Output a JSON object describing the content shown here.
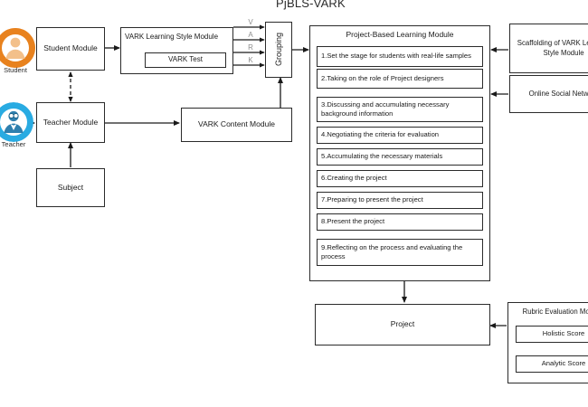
{
  "diagram": {
    "title": "PjBLS-VARK",
    "actors": [
      {
        "key": "student",
        "label": "Student",
        "color": "#E8821E",
        "icon": "student-avatar-icon"
      },
      {
        "key": "teacher",
        "label": "Teacher",
        "color": "#29ABE2",
        "icon": "teacher-avatar-icon"
      }
    ],
    "modules": {
      "student_module": "Student Module",
      "teacher_module": "Teacher Module",
      "subject": "Subject",
      "vark_learning_style_module": "VARK Learning Style Module",
      "vark_test": "VARK Test",
      "vark_content_module": "VARK Content Module",
      "grouping": "Grouping",
      "project": "Project"
    },
    "vark_letters": [
      "V",
      "A",
      "R",
      "K"
    ],
    "pbl": {
      "header": "Project-Based Learning Module",
      "steps": [
        "1.Set the stage for students with real-life samples",
        "2.Taking on the role of Project designers",
        "3.Discussing and accumulating necessary background information",
        "4.Negotiating the criteria for evaluation",
        "5.Accumulating the necessary materials",
        "6.Creating the project",
        "7.Preparing to present the project",
        "8.Present the project",
        "9.Reflecting on the process and evaluating the process"
      ]
    },
    "support": {
      "scaffolding": "Scaffolding of VARK Learning Style Module",
      "online_social_network": "Online Social Network"
    },
    "rubric": {
      "header": "Rubric Evaluation Module",
      "holistic": "Holistic Score",
      "analytic": "Analytic Score"
    }
  }
}
